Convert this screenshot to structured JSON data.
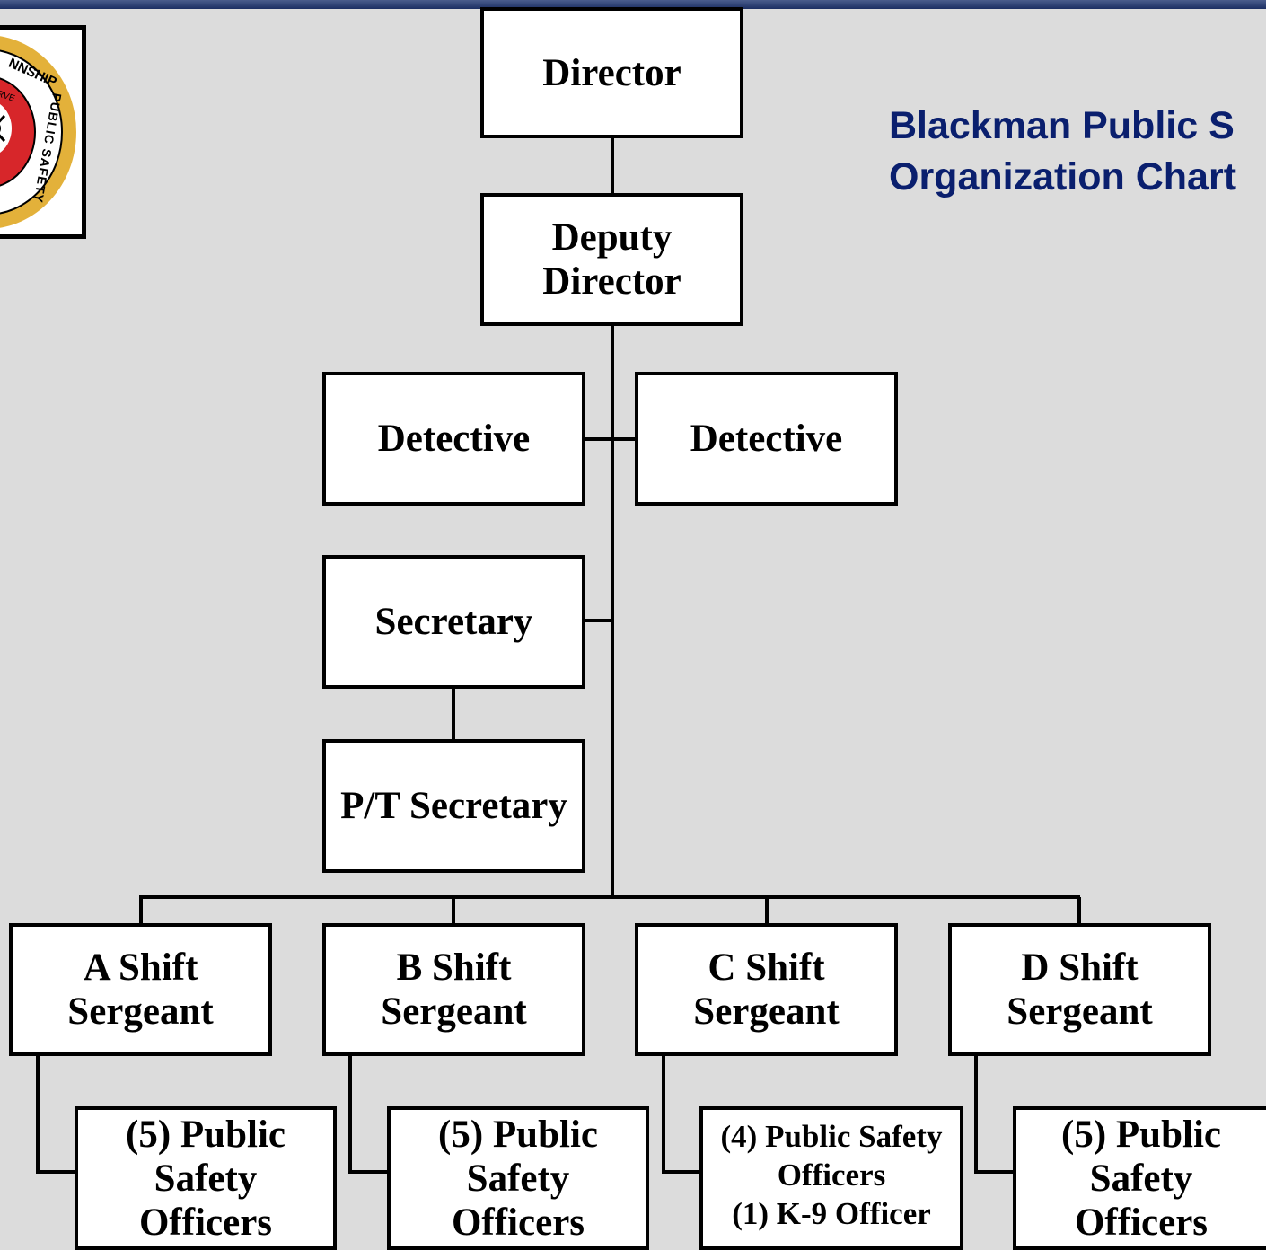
{
  "title": {
    "line1": "Blackman Public S",
    "line2": "Organization Chart"
  },
  "logo": {
    "text_top": "NNSHIP",
    "text_serve": "ERVE",
    "text_right": "PUBLIC SAFETY",
    "text_e": "E"
  },
  "colors": {
    "background": "#dcdcdc",
    "title": "#0a1f6e",
    "patch_red": "#d7262a",
    "patch_gold": "#e3b13a"
  },
  "nodes": {
    "director": [
      "Director"
    ],
    "deputy": [
      "Deputy",
      "Director"
    ],
    "detective_left": [
      "Detective"
    ],
    "detective_right": [
      "Detective"
    ],
    "secretary": [
      "Secretary"
    ],
    "pt_secretary": [
      "P/T Secretary"
    ],
    "a_sergeant": [
      "A Shift",
      "Sergeant"
    ],
    "b_sergeant": [
      "B Shift",
      "Sergeant"
    ],
    "c_sergeant": [
      "C Shift",
      "Sergeant"
    ],
    "d_sergeant": [
      "D Shift",
      "Sergeant"
    ],
    "a_officers": [
      "(5) Public",
      "Safety",
      "Officers"
    ],
    "b_officers": [
      "(5) Public",
      "Safety",
      "Officers"
    ],
    "c_officers": [
      "(4) Public Safety",
      "Officers",
      "(1) K-9 Officer"
    ],
    "d_officers": [
      "(5) Public",
      "Safety",
      "Officers"
    ]
  },
  "edges": [
    [
      "director",
      "deputy"
    ],
    [
      "deputy",
      "detective_left"
    ],
    [
      "deputy",
      "detective_right"
    ],
    [
      "deputy",
      "secretary"
    ],
    [
      "secretary",
      "pt_secretary"
    ],
    [
      "deputy",
      "a_sergeant"
    ],
    [
      "deputy",
      "b_sergeant"
    ],
    [
      "deputy",
      "c_sergeant"
    ],
    [
      "deputy",
      "d_sergeant"
    ],
    [
      "a_sergeant",
      "a_officers"
    ],
    [
      "b_sergeant",
      "b_officers"
    ],
    [
      "c_sergeant",
      "c_officers"
    ],
    [
      "d_sergeant",
      "d_officers"
    ]
  ]
}
